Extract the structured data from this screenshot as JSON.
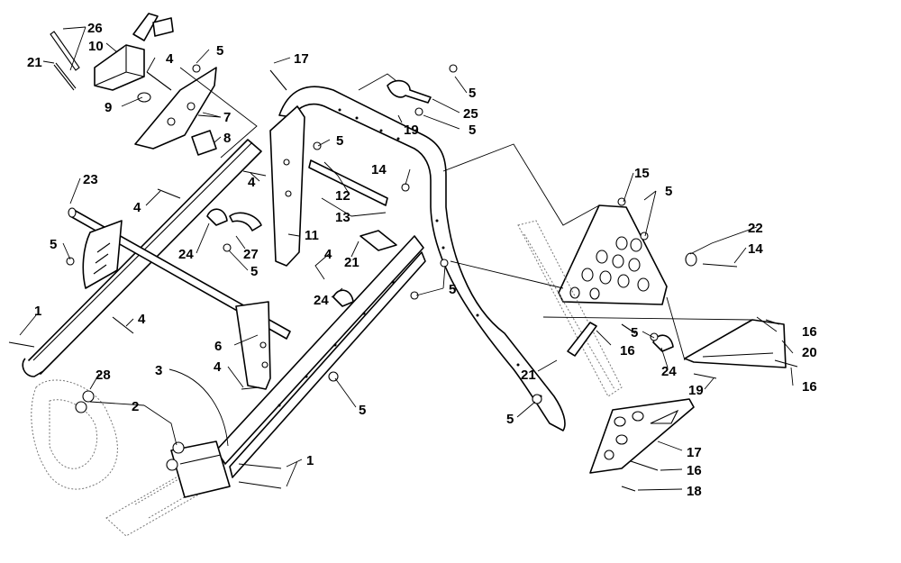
{
  "diagram": {
    "kind": "exploded-parts-view",
    "ink_color": "#000000",
    "background_color": "#ffffff",
    "callouts": [
      {
        "id": "c-26",
        "label": "26"
      },
      {
        "id": "c-10",
        "label": "10"
      },
      {
        "id": "c-21a",
        "label": "21"
      },
      {
        "id": "c-4a",
        "label": "4"
      },
      {
        "id": "c-5a",
        "label": "5"
      },
      {
        "id": "c-9",
        "label": "9"
      },
      {
        "id": "c-7",
        "label": "7"
      },
      {
        "id": "c-8",
        "label": "8"
      },
      {
        "id": "c-17a",
        "label": "17"
      },
      {
        "id": "c-5b",
        "label": "5"
      },
      {
        "id": "c-25",
        "label": "25"
      },
      {
        "id": "c-19a",
        "label": "19"
      },
      {
        "id": "c-5c",
        "label": "5"
      },
      {
        "id": "c-5d",
        "label": "5"
      },
      {
        "id": "c-14a",
        "label": "14"
      },
      {
        "id": "c-12",
        "label": "12"
      },
      {
        "id": "c-13",
        "label": "13"
      },
      {
        "id": "c-15",
        "label": "15"
      },
      {
        "id": "c-5e",
        "label": "5"
      },
      {
        "id": "c-23",
        "label": "23"
      },
      {
        "id": "c-4b",
        "label": "4"
      },
      {
        "id": "c-4c",
        "label": "4"
      },
      {
        "id": "c-24a",
        "label": "24"
      },
      {
        "id": "c-27",
        "label": "27"
      },
      {
        "id": "c-5f",
        "label": "5"
      },
      {
        "id": "c-11",
        "label": "11"
      },
      {
        "id": "c-5g",
        "label": "5"
      },
      {
        "id": "c-4d",
        "label": "4"
      },
      {
        "id": "c-21b",
        "label": "21"
      },
      {
        "id": "c-24b",
        "label": "24"
      },
      {
        "id": "c-5h",
        "label": "5"
      },
      {
        "id": "c-22",
        "label": "22"
      },
      {
        "id": "c-14b",
        "label": "14"
      },
      {
        "id": "c-1a",
        "label": "1"
      },
      {
        "id": "c-4e",
        "label": "4"
      },
      {
        "id": "c-6",
        "label": "6"
      },
      {
        "id": "c-3",
        "label": "3"
      },
      {
        "id": "c-28",
        "label": "28"
      },
      {
        "id": "c-4f",
        "label": "4"
      },
      {
        "id": "c-2",
        "label": "2"
      },
      {
        "id": "c-5i",
        "label": "5"
      },
      {
        "id": "c-5j",
        "label": "5"
      },
      {
        "id": "c-16a",
        "label": "16"
      },
      {
        "id": "c-16b",
        "label": "16"
      },
      {
        "id": "c-20",
        "label": "20"
      },
      {
        "id": "c-24c",
        "label": "24"
      },
      {
        "id": "c-16c",
        "label": "16"
      },
      {
        "id": "c-19b",
        "label": "19"
      },
      {
        "id": "c-21c",
        "label": "21"
      },
      {
        "id": "c-5k",
        "label": "5"
      },
      {
        "id": "c-17b",
        "label": "17"
      },
      {
        "id": "c-16d",
        "label": "16"
      },
      {
        "id": "c-18",
        "label": "18"
      },
      {
        "id": "c-1b",
        "label": "1"
      }
    ]
  }
}
